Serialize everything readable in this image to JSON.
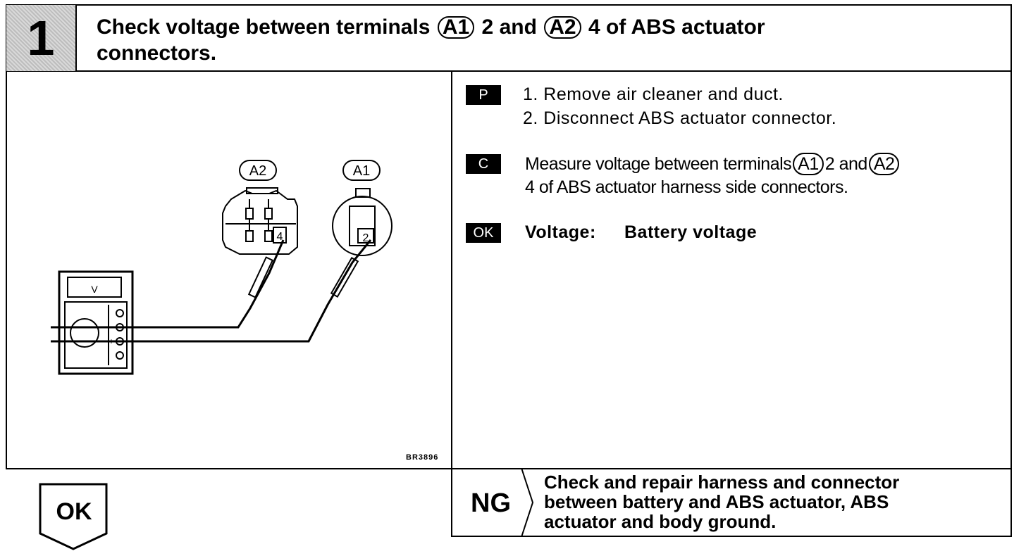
{
  "step": {
    "number": "1"
  },
  "title": {
    "part1": "Check voltage between terminals",
    "a1": "A1",
    "part2": "2 and",
    "a2": "A2",
    "part3": "4 of ABS actuator",
    "line2": "connectors."
  },
  "figure": {
    "connector_a2_label": "A2",
    "connector_a1_label": "A1",
    "terminal_a2": "4",
    "terminal_a1": "2",
    "meter_unit": "V",
    "meter_minus": "−",
    "meter_plus": "+",
    "code": "BR3896"
  },
  "procedure": {
    "p_tag": "P",
    "p_steps": [
      "1.  Remove air cleaner and duct.",
      "2.  Disconnect ABS actuator connector."
    ],
    "c_tag": "C",
    "c_text_a": "Measure voltage between terminals",
    "c_a1": "A1",
    "c_text_b": "2 and",
    "c_a2": "A2",
    "c_line2": "4 of ABS actuator harness side connectors.",
    "ok_tag": "OK",
    "ok_label": "Voltage:",
    "ok_value": "Battery voltage"
  },
  "result": {
    "ok_label": "OK",
    "ng_label": "NG",
    "ng_text": [
      "Check and repair harness and connector",
      "between battery and ABS actuator, ABS",
      "actuator and body ground."
    ]
  }
}
